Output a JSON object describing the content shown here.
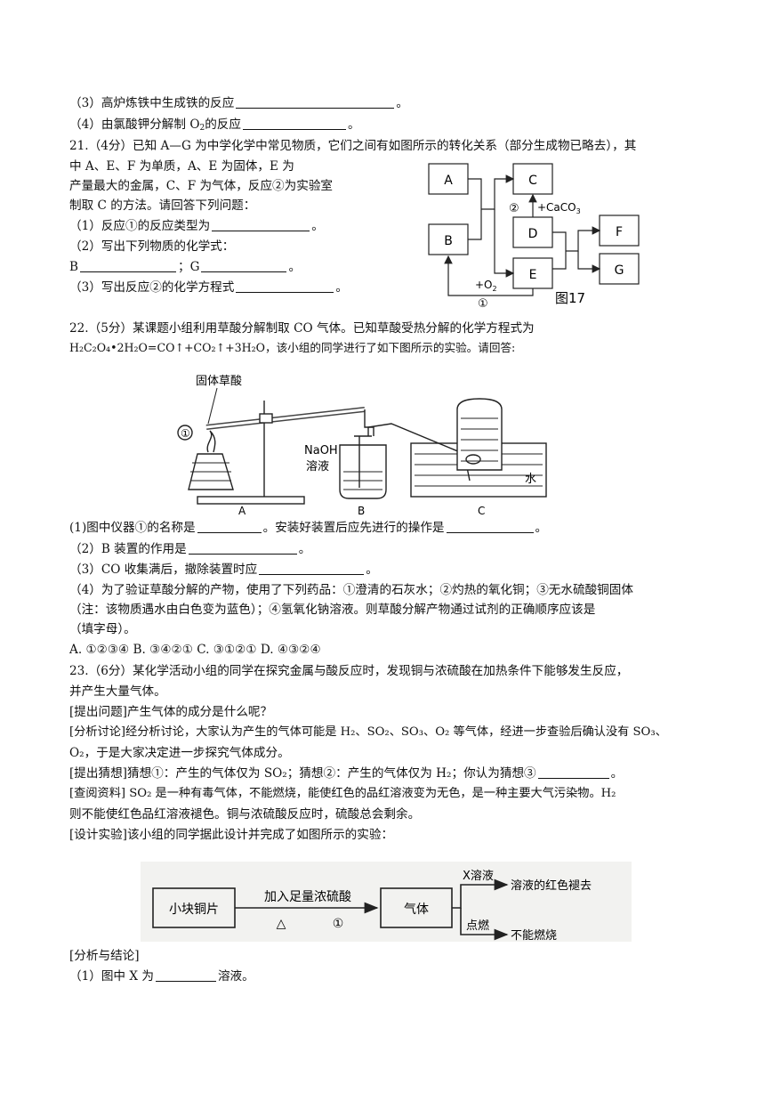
{
  "lines": {
    "l01": "（3）高炉炼铁中生成铁的反应",
    "l01b": "。",
    "l02a": "（4）由氯酸钾分解制 O",
    "l02b": "2",
    "l02c": "的反应",
    "l02d": "。",
    "q21a": "21.（4分）已知 A—G 为中学化学中常见物质，它们之间有如图所示的转化关系（部分生成物已略去），其",
    "q21b": "中 A、E、F 为单质，A、E 为固体，E 为",
    "q21c": "产量最大的金属，C、F 为气体，反应②为实验室",
    "q21d": "制取 C 的方法。请回答下列问题：",
    "q21e": "（1）反应①的反应类型为",
    "q21e2": "。",
    "q21f": "（2）写出下列物质的化学式：",
    "q21g1": "B",
    "q21g2": "；G",
    "q21g3": "。",
    "q21h": "（3）写出反应②的化学方程式",
    "q21h2": "。",
    "q22a": "22.（5分）某课题小组利用草酸分解制取 CO 气体。已知草酸受热分解的化学方程式为",
    "q22b": "H₂C₂O₄•2H₂O=CO↑+CO₂↑+3H₂O，该小组的同学进行了如下图所示的实验。请回答:",
    "q22c1": "(1)图中仪器①的名称是",
    "q22c2": "。安装好装置后应先进行的操作是",
    "q22c3": "。",
    "q22d1": "（2）B 装置的作用是",
    "q22d2": "。",
    "q22e1": "（3）CO 收集满后，撤除装置时应",
    "q22e2": "。",
    "q22f": "（4）为了验证草酸分解的产物，使用了下列药品：①澄清的石灰水；②灼热的氧化铜；③无水硫酸铜固体",
    "q22g": "（注：该物质遇水由白色变为蓝色）；④氢氧化钠溶液。则草酸分解产物通过试剂的正确顺序应该是",
    "q22h": "（填字母）。",
    "q22i": "A. ①②③④    B. ③④②①    C. ③①②①    D. ④③②④",
    "q23a": "23.（6分）某化学活动小组的同学在探究金属与酸反应时，发现铜与浓硫酸在加热条件下能够发生反应，",
    "q23b": "并产生大量气体。",
    "q23c": "[提出问题]产生气体的成分是什么呢？",
    "q23d": "[分析讨论]经分析讨论，大家认为产生的气体可能是 H₂、SO₂、SO₃、O₂ 等气体，经进一步查验后确认没有 SO₃、",
    "q23e": "O₂，于是大家决定进一步探究气体成分。",
    "q23f1": "[提出猜想]猜想①：产生的气体仅为 SO₂；猜想②：产生的气体仅为 H₂；你认为猜想③",
    "q23f2": "。",
    "q23g": "[查阅资料] SO₂ 是一种有毒气体，不能燃烧，能使红色的品红溶液变为无色，是一种主要大气污染物。H₂",
    "q23h": "则不能使红色品红溶液褪色。铜与浓硫酸反应时，硫酸总会剩余。",
    "q23i": "[设计实验]该小组的同学据此设计并完成了如图所示的实验：",
    "q23j": "[分析与结论]",
    "q23k1": "（1）图中 X 为",
    "q23k2": "溶液。"
  },
  "fig17": {
    "boxes": {
      "a": "A",
      "b": "B",
      "c": "C",
      "d": "D",
      "e": "E",
      "f": "F",
      "g": "G"
    },
    "reagent_caco3": "+CaCO",
    "reagent_caco3_sub": "3",
    "circle2": "②",
    "reagent_o2": "+O",
    "reagent_o2_sub": "2",
    "circle1": "①",
    "caption": "图17"
  },
  "apparatus": {
    "label_solid": "固体草酸",
    "label_naoh": "NaOH",
    "label_solution": "溶液",
    "label_water": "水",
    "label_circle1": "①",
    "label_a": "A",
    "label_b": "B",
    "label_c": "C"
  },
  "flow": {
    "box1": "小块铜片",
    "arrow_top": "加入足量浓硫酸",
    "arrow_delta": "△",
    "arrow_circle": "①",
    "box2": "气体",
    "branch_top_label": "X溶液",
    "branch_top_result": "溶液的红色褪去",
    "branch_bottom_label": "点燃",
    "branch_bottom_result": "不能燃烧"
  }
}
